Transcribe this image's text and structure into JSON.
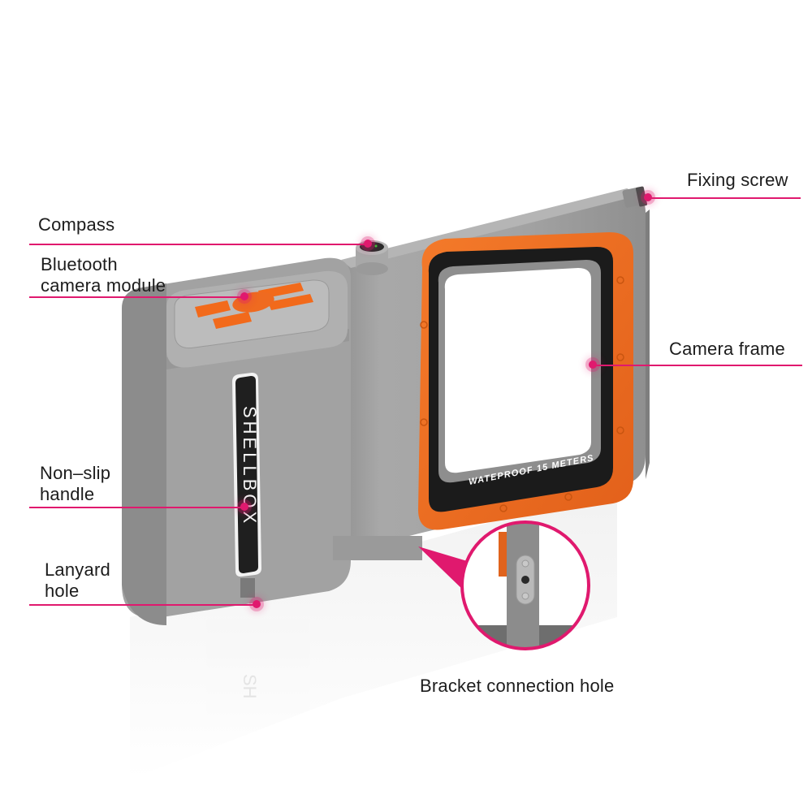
{
  "product": {
    "brand_text": "SHELLBOX",
    "frame_text": "WATEPROOF 15 METERS",
    "colors": {
      "body_gray": "#9a9a9a",
      "accent_orange": "#f26a1b",
      "callout_pink": "#e0196e",
      "background": "#ffffff"
    }
  },
  "callouts": [
    {
      "id": "compass",
      "label": "Compass"
    },
    {
      "id": "bluetooth",
      "label_line1": "Bluetooth",
      "label_line2": "camera module"
    },
    {
      "id": "fixing-screw",
      "label": "Fixing screw"
    },
    {
      "id": "camera-frame",
      "label": "Camera frame"
    },
    {
      "id": "non-slip-handle",
      "label_line1": "Non–slip",
      "label_line2": "handle"
    },
    {
      "id": "lanyard-hole",
      "label_line1": "Lanyard",
      "label_line2": "hole"
    },
    {
      "id": "bracket-connection-hole",
      "label": "Bracket connection hole"
    }
  ]
}
